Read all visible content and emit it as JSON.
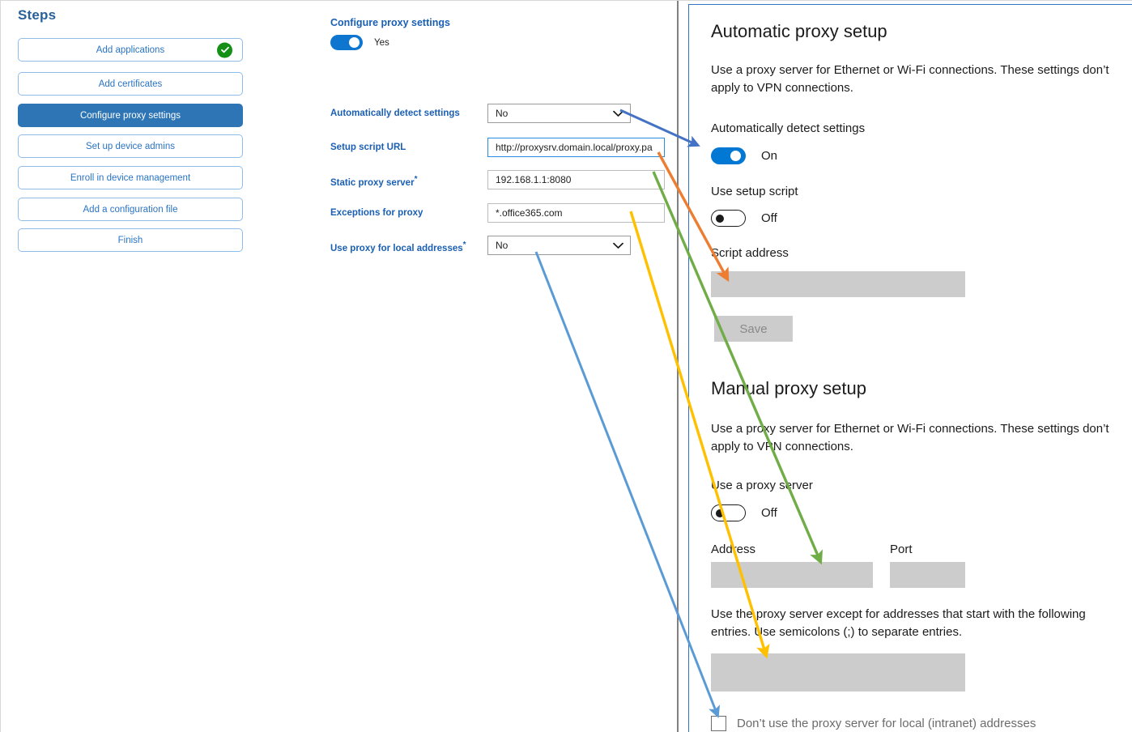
{
  "steps": {
    "title": "Steps",
    "items": [
      {
        "label": "Add applications",
        "state": "complete",
        "icon": "check-circle-icon"
      },
      {
        "label": "Add certificates",
        "state": "default"
      },
      {
        "label": "Configure proxy settings",
        "state": "active"
      },
      {
        "label": "Set up device admins",
        "state": "default"
      },
      {
        "label": "Enroll in device management",
        "state": "default"
      },
      {
        "label": "Add a configuration file",
        "state": "default"
      },
      {
        "label": "Finish",
        "state": "default"
      }
    ]
  },
  "form": {
    "title": "Configure proxy settings",
    "toggle": {
      "value": "Yes",
      "on": true
    },
    "fields": [
      {
        "label": "Automatically detect settings",
        "required": false,
        "type": "select",
        "value": "No"
      },
      {
        "label": "Setup script URL",
        "required": false,
        "type": "text",
        "value": "http://proxysrv.domain.local/proxy.pa",
        "focused": true
      },
      {
        "label": "Static proxy server",
        "required": true,
        "type": "text",
        "value": "192.168.1.1:8080",
        "focused": false
      },
      {
        "label": "Exceptions for proxy",
        "required": false,
        "type": "text",
        "value": "*.office365.com",
        "focused": false
      },
      {
        "label": "Use proxy for local addresses",
        "required": true,
        "type": "select",
        "value": "No"
      }
    ],
    "required_marker": "*"
  },
  "windows_settings": {
    "automatic": {
      "heading": "Automatic proxy setup",
      "description": "Use a proxy server for Ethernet or Wi-Fi connections. These settings don’t apply to VPN connections.",
      "detect_label": "Automatically detect settings",
      "detect_state": "On",
      "script_toggle_label": "Use setup script",
      "script_toggle_state": "Off",
      "script_address_label": "Script address",
      "script_address_value": "",
      "save_label": "Save"
    },
    "manual": {
      "heading": "Manual proxy setup",
      "description": "Use a proxy server for Ethernet or Wi-Fi connections. These settings don’t apply to VPN connections.",
      "use_proxy_label": "Use a proxy server",
      "use_proxy_state": "Off",
      "address_label": "Address",
      "address_value": "",
      "port_label": "Port",
      "port_value": "",
      "exceptions_description": "Use the proxy server except for addresses that start with the following entries. Use semicolons (;) to separate entries.",
      "exceptions_value": "",
      "local_checkbox_label": "Don’t use the proxy server for local (intranet) addresses",
      "local_checkbox_checked": false
    }
  },
  "annotations": {
    "arrows": [
      {
        "name": "arrow-detect-settings",
        "color": "#4472C4",
        "from_label": "Automatically detect settings",
        "to_label": "Automatically detect settings toggle"
      },
      {
        "name": "arrow-setup-script-url",
        "color": "#ED7D31",
        "from_label": "Setup script URL",
        "to_label": "Script address"
      },
      {
        "name": "arrow-static-proxy-server",
        "color": "#70AD47",
        "from_label": "Static proxy server",
        "to_label": "Address"
      },
      {
        "name": "arrow-exceptions-for-proxy",
        "color": "#FFC000",
        "from_label": "Exceptions for proxy",
        "to_label": "Exceptions box"
      },
      {
        "name": "arrow-use-proxy-local-addresses",
        "color": "#5B9BD5",
        "from_label": "Use proxy for local addresses",
        "to_label": "Don’t use the proxy server for local (intranet) addresses"
      }
    ]
  },
  "colors": {
    "accent_blue": "#2e75b6",
    "link_blue": "#1a5fb4",
    "win_accent": "#0078d4",
    "success_green": "#159017",
    "panel_border": "#2e75c8"
  }
}
